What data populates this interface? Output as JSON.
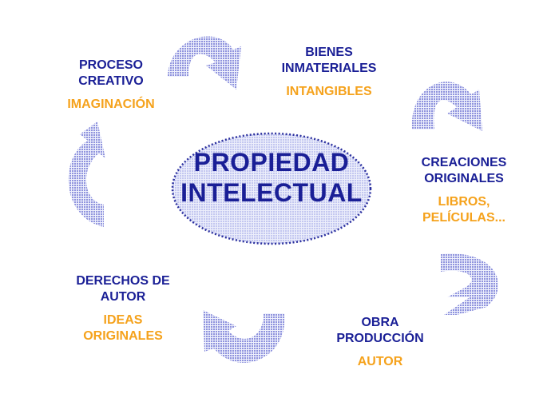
{
  "center": {
    "line1": "PROPIEDAD",
    "line2": "INTELECTUAL"
  },
  "nodes": {
    "proceso": {
      "title": [
        "PROCESO",
        "CREATIVO"
      ],
      "subtitle": [
        "IMAGINACIÓN"
      ]
    },
    "bienes": {
      "title": [
        "BIENES",
        "INMATERIALES"
      ],
      "subtitle": [
        "INTANGIBLES"
      ]
    },
    "creaciones": {
      "title": [
        "CREACIONES",
        "ORIGINALES"
      ],
      "subtitle": [
        "LIBROS,",
        "PELÍCULAS..."
      ]
    },
    "obra": {
      "title": [
        "OBRA",
        "PRODUCCIÓN"
      ],
      "subtitle": [
        "AUTOR"
      ]
    },
    "derechos": {
      "title": [
        "DERECHOS DE",
        "AUTOR"
      ],
      "subtitle": [
        "IDEAS",
        "ORIGINALES"
      ]
    }
  },
  "colors": {
    "title_text": "#1a1f96",
    "subtitle_text": "#f5a21c",
    "arrow_fill": "#8f93dd",
    "ellipse_fill": "#d3d6f6",
    "ellipse_border": "#2a2f9e"
  },
  "icons": [
    "curved-arrow-icon"
  ]
}
